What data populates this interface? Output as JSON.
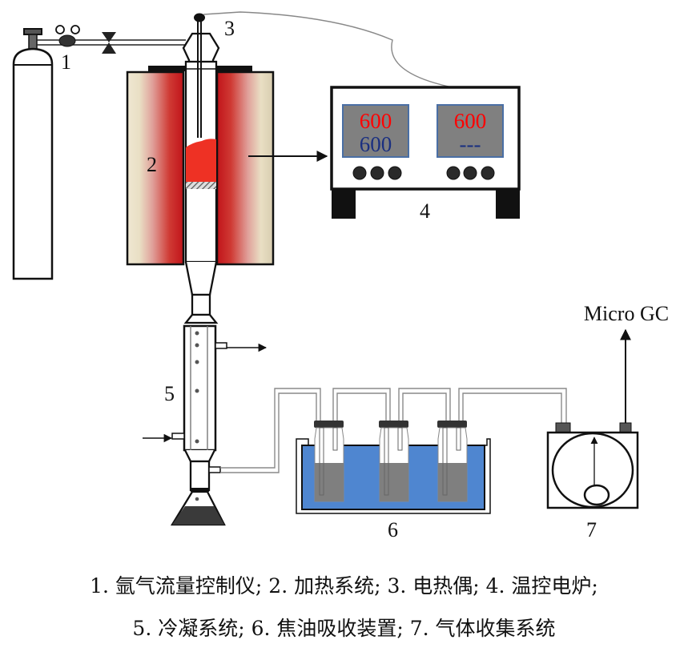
{
  "figure": {
    "labels": {
      "n1": "1",
      "n2": "2",
      "n3": "3",
      "n4": "4",
      "n5": "5",
      "n6": "6",
      "n7": "7",
      "micro_gc": "Micro GC"
    },
    "controller": {
      "left_display": {
        "setpoint": "600",
        "reading": "600"
      },
      "right_display": {
        "setpoint": "600",
        "reading": "---"
      },
      "setpoint_color": "#ff0000",
      "reading_color": "#1a2f80"
    },
    "colors": {
      "heater_red": "#c8161c",
      "insulation_beige": "#e8dfc4",
      "sample_red": "#ee3124",
      "water_blue": "#4f86d0",
      "liquid_gray": "#7f7f7f",
      "display_gray": "#808080",
      "display_border": "#4a6fa5"
    }
  },
  "caption": {
    "line1": "1. 氩气流量控制仪; 2. 加热系统; 3. 电热偶; 4. 温控电炉;",
    "line2": "5. 冷凝系统; 6. 焦油吸收装置; 7. 气体收集系统"
  }
}
